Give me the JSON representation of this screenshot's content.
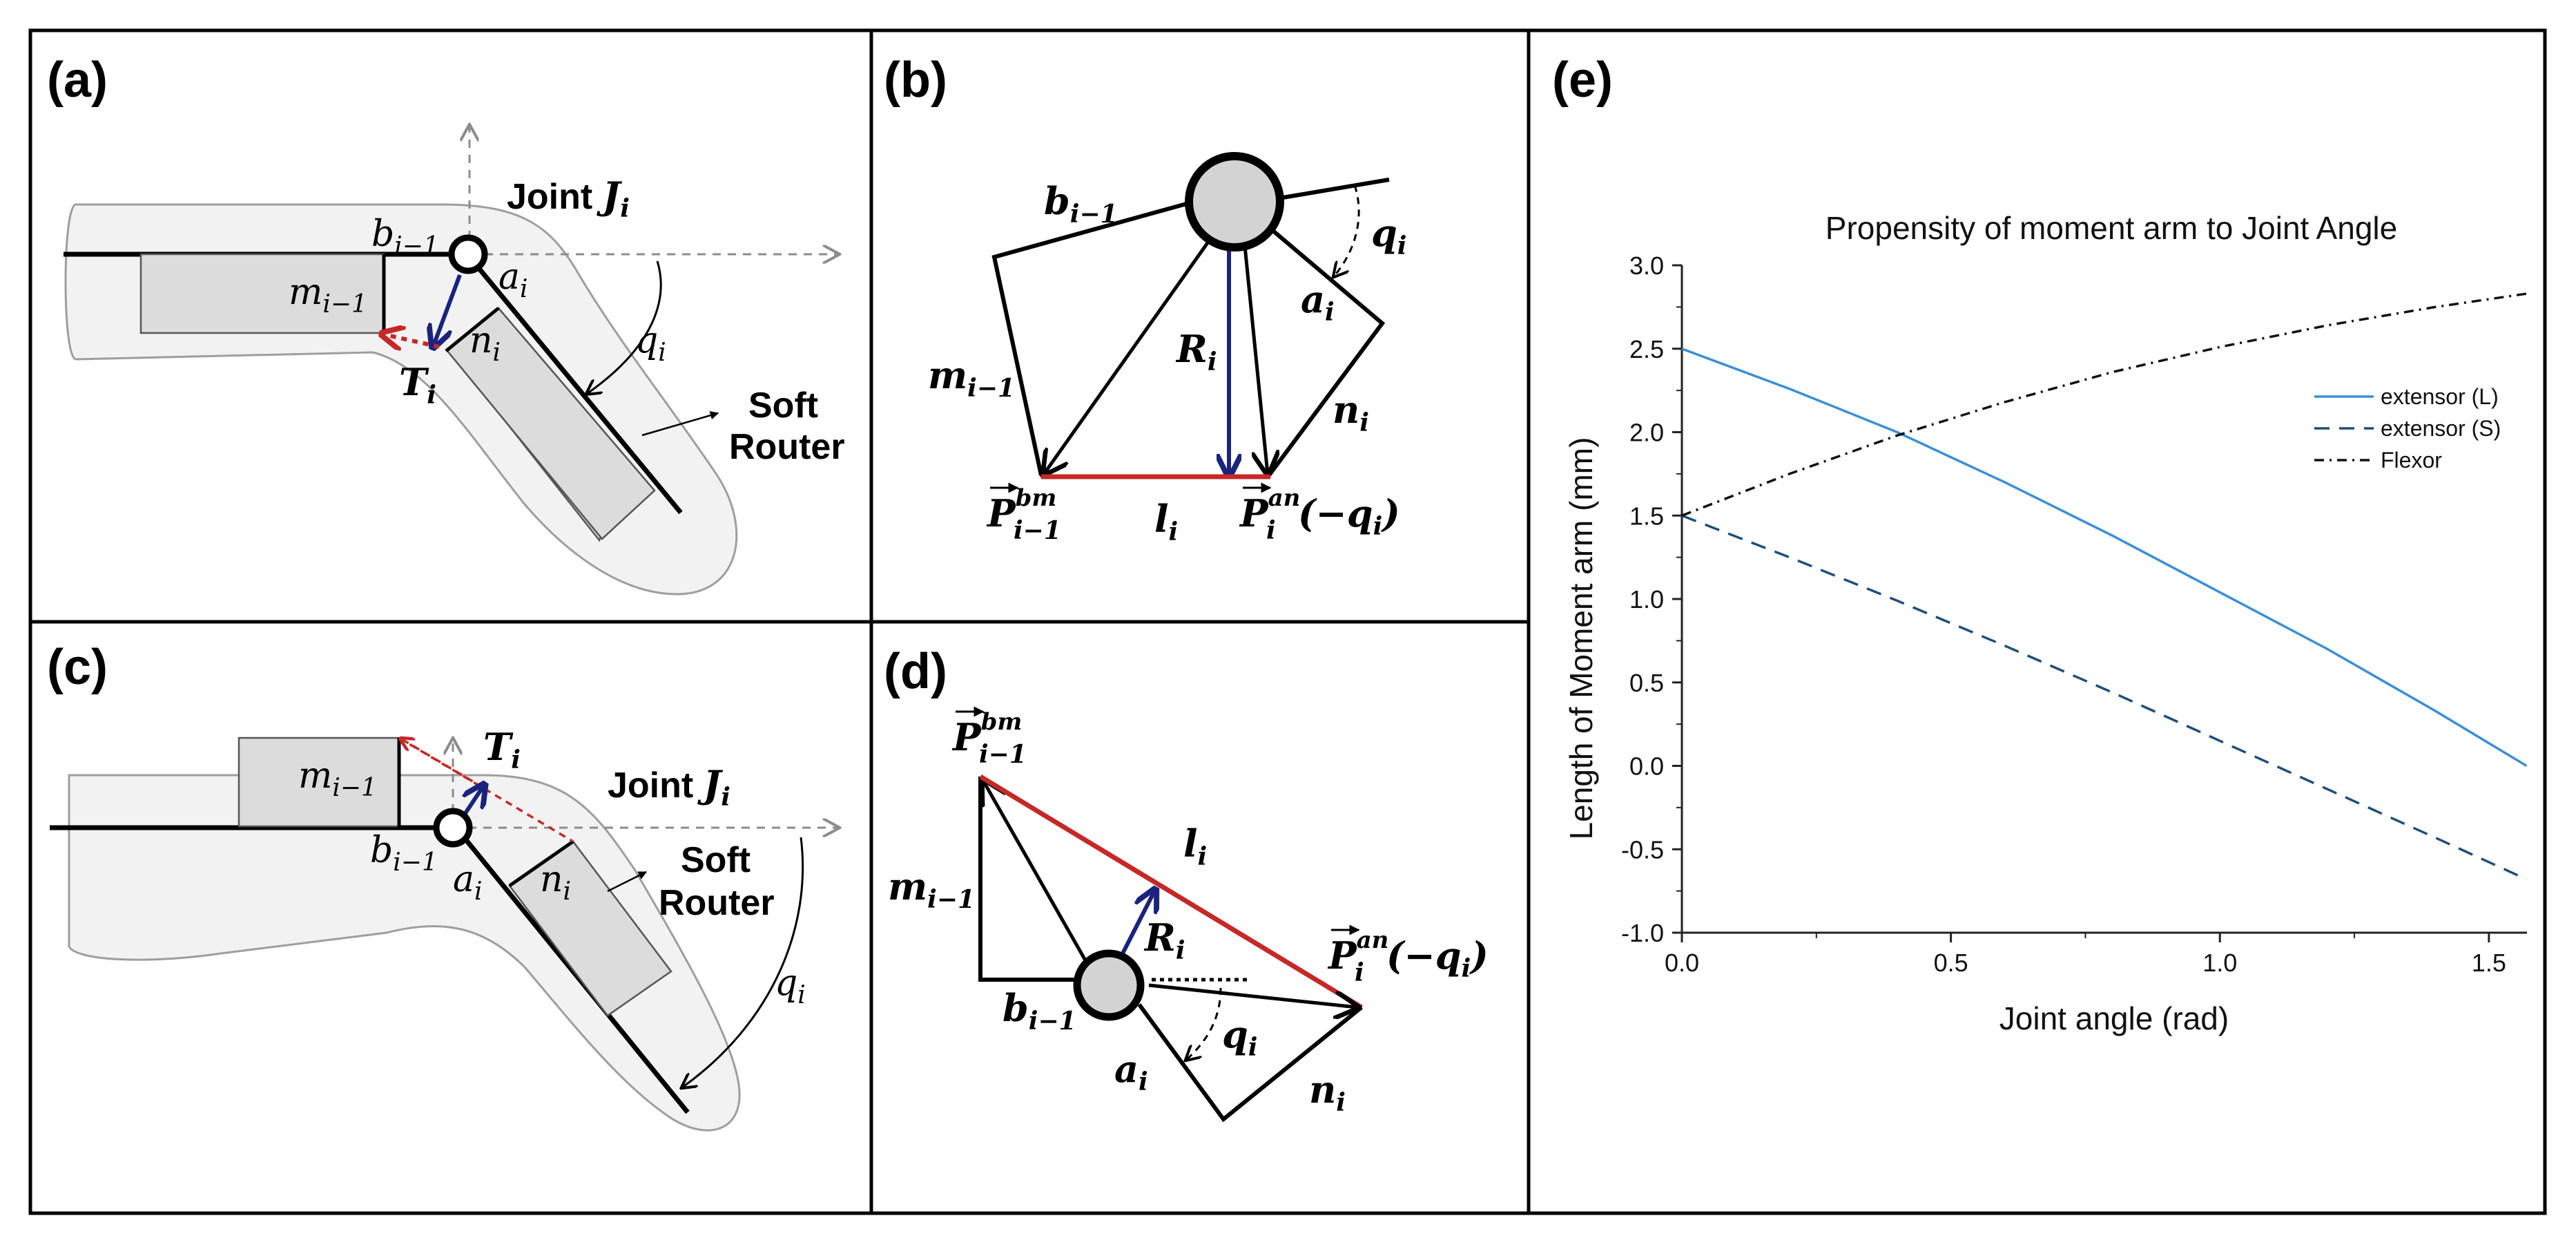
{
  "panels": {
    "a": {
      "label": "(a)",
      "joint_word": "Joint ",
      "joint_sym": "J",
      "joint_sub": "i",
      "b_sym": "b",
      "b_sub": "i−1",
      "a_sym": "a",
      "a_sub": "i",
      "m_sym": "m",
      "m_sub": "i−1",
      "n_sym": "n",
      "n_sub": "i",
      "q_sym": "q",
      "q_sub": "i",
      "T_sym": "T",
      "T_sub": "i",
      "router_line1": "Soft",
      "router_line2": "Router"
    },
    "b": {
      "label": "(b)",
      "b_sym": "b",
      "b_sub": "i−1",
      "q_sym": "q",
      "q_sub": "i",
      "a_sym": "a",
      "a_sub": "i",
      "R_sym": "R",
      "R_sub": "i",
      "m_sym": "m",
      "m_sub": "i−1",
      "n_sym": "n",
      "n_sub": "i",
      "l_sym": "l",
      "l_sub": "i",
      "Pbm_sym": "P",
      "Pbm_sup": "bm",
      "Pbm_sub": "i−1",
      "Pan_sym": "P",
      "Pan_sup": "an",
      "Pan_sub": "i",
      "Pan_arg": "(−q",
      "Pan_arg_sub": "i",
      "Pan_close": ")"
    },
    "c": {
      "label": "(c)",
      "m_sym": "m",
      "m_sub": "i−1",
      "T_sym": "T",
      "T_sub": "i",
      "joint_word": "Joint ",
      "joint_sym": "J",
      "joint_sub": "i",
      "b_sym": "b",
      "b_sub": "i−1",
      "a_sym": "a",
      "a_sub": "i",
      "n_sym": "n",
      "n_sub": "i",
      "q_sym": "q",
      "q_sub": "i",
      "router_line1": "Soft",
      "router_line2": "Router"
    },
    "d": {
      "label": "(d)",
      "Pbm_sym": "P",
      "Pbm_sup": "bm",
      "Pbm_sub": "i−1",
      "l_sym": "l",
      "l_sub": "i",
      "m_sym": "m",
      "m_sub": "i−1",
      "R_sym": "R",
      "R_sub": "i",
      "Pan_sym": "P",
      "Pan_sup": "an",
      "Pan_sub": "i",
      "Pan_arg": "(−q",
      "Pan_arg_sub": "i",
      "Pan_close": ")",
      "b_sym": "b",
      "b_sub": "i−1",
      "q_sym": "q",
      "q_sub": "i",
      "a_sym": "a",
      "a_sub": "i",
      "n_sym": "n",
      "n_sub": "i"
    },
    "e": {
      "label": "(e)"
    }
  },
  "colors": {
    "navy_arrow": "#1a237e",
    "red_line": "#c62828",
    "extensor_L": "#3b8fd4",
    "extensor_S": "#1f4e79",
    "flexor": "#111111"
  },
  "chart_data": {
    "type": "line",
    "title": "Propensity of moment arm to Joint Angle",
    "xlabel": "Joint angle (rad)",
    "ylabel": "Length of Moment arm (mm)",
    "xlim": [
      0.0,
      1.5708
    ],
    "ylim": [
      -1.0,
      3.0
    ],
    "xticks": [
      "0.0",
      "0.5",
      "1.0",
      "1.5"
    ],
    "yticks": [
      "-1.0",
      "-0.5",
      "0.0",
      "0.5",
      "1.0",
      "1.5",
      "2.0",
      "2.5",
      "3.0"
    ],
    "legend_position": "right",
    "grid": false,
    "series": [
      {
        "name": "extensor (L)",
        "style": "solid",
        "x": [
          0.0,
          0.2,
          0.4,
          0.6,
          0.8,
          1.0,
          1.2,
          1.4,
          1.57
        ],
        "y": [
          2.5,
          2.26,
          2.0,
          1.7,
          1.38,
          1.04,
          0.7,
          0.33,
          0.0
        ]
      },
      {
        "name": "extensor (S)",
        "style": "dashed",
        "x": [
          0.0,
          0.2,
          0.4,
          0.6,
          0.8,
          1.0,
          1.2,
          1.4,
          1.57
        ],
        "y": [
          1.5,
          1.25,
          0.99,
          0.72,
          0.44,
          0.15,
          -0.14,
          -0.43,
          -0.68
        ]
      },
      {
        "name": "Flexor",
        "style": "dashdot",
        "x": [
          0.0,
          0.2,
          0.4,
          0.6,
          0.8,
          1.0,
          1.2,
          1.4,
          1.57
        ],
        "y": [
          1.5,
          1.75,
          1.98,
          2.18,
          2.36,
          2.51,
          2.64,
          2.75,
          2.83
        ]
      }
    ]
  }
}
